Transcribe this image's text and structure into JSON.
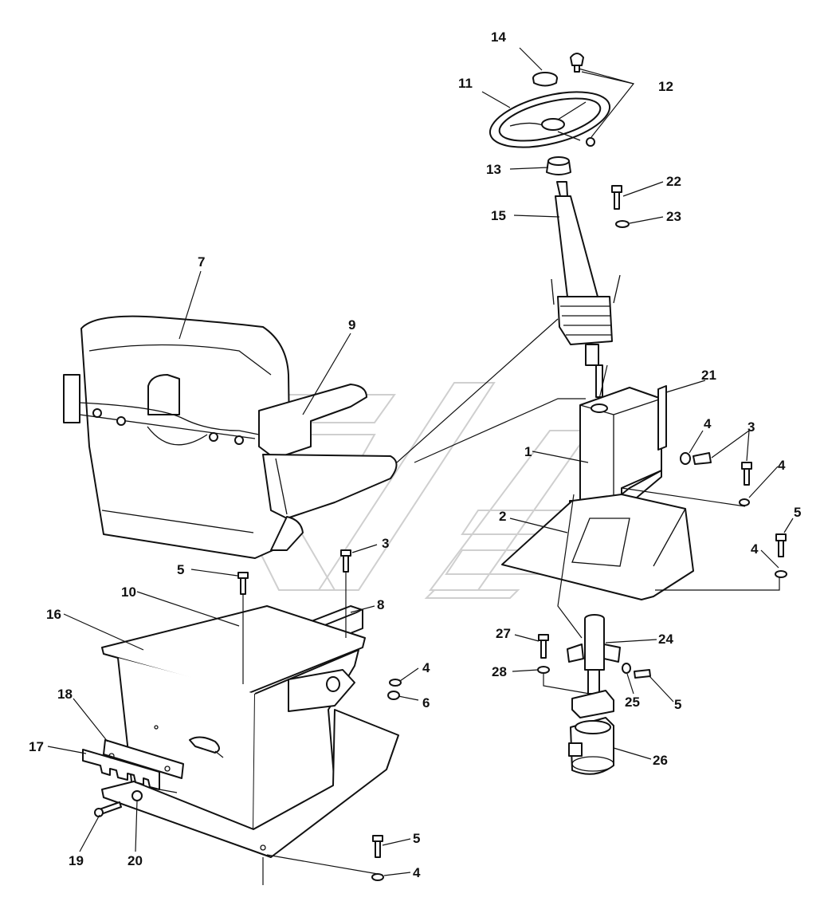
{
  "diagram": {
    "callouts": [
      {
        "id": "c14",
        "text": "14"
      },
      {
        "id": "c11",
        "text": "11"
      },
      {
        "id": "c12",
        "text": "12"
      },
      {
        "id": "c13",
        "text": "13"
      },
      {
        "id": "c22",
        "text": "22"
      },
      {
        "id": "c15",
        "text": "15"
      },
      {
        "id": "c23",
        "text": "23"
      },
      {
        "id": "c7",
        "text": "7"
      },
      {
        "id": "c9",
        "text": "9"
      },
      {
        "id": "c21",
        "text": "21"
      },
      {
        "id": "c1",
        "text": "1"
      },
      {
        "id": "c4a",
        "text": "4"
      },
      {
        "id": "c3a",
        "text": "3"
      },
      {
        "id": "c4b",
        "text": "4"
      },
      {
        "id": "c2",
        "text": "2"
      },
      {
        "id": "c5a",
        "text": "5"
      },
      {
        "id": "c4c",
        "text": "4"
      },
      {
        "id": "c3b",
        "text": "3"
      },
      {
        "id": "c5b",
        "text": "5"
      },
      {
        "id": "c10",
        "text": "10"
      },
      {
        "id": "c8",
        "text": "8"
      },
      {
        "id": "c16",
        "text": "16"
      },
      {
        "id": "c27",
        "text": "27"
      },
      {
        "id": "c24",
        "text": "24"
      },
      {
        "id": "c4d",
        "text": "4"
      },
      {
        "id": "c28",
        "text": "28"
      },
      {
        "id": "c25",
        "text": "25"
      },
      {
        "id": "c5c",
        "text": "5"
      },
      {
        "id": "c6",
        "text": "6"
      },
      {
        "id": "c18",
        "text": "18"
      },
      {
        "id": "c17",
        "text": "17"
      },
      {
        "id": "c26",
        "text": "26"
      },
      {
        "id": "c5d",
        "text": "5"
      },
      {
        "id": "c4e",
        "text": "4"
      },
      {
        "id": "c19",
        "text": "19"
      },
      {
        "id": "c20",
        "text": "20"
      }
    ]
  },
  "colors": {
    "ink": "#111111",
    "background": "#ffffff",
    "watermark": "#cfcfcf"
  }
}
